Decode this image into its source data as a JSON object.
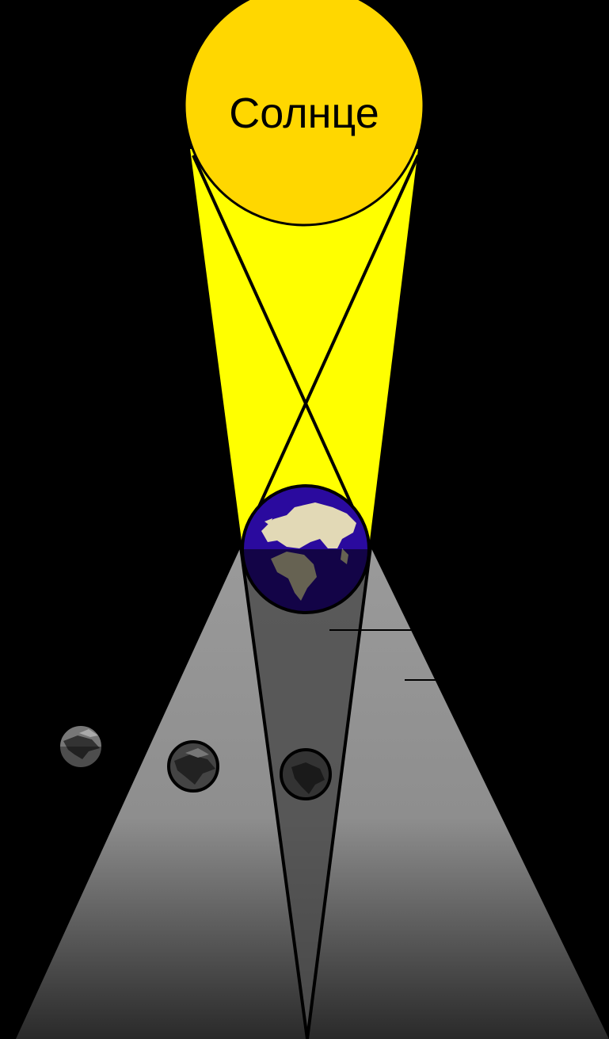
{
  "diagram": {
    "sun_label": "Солнце"
  },
  "colors": {
    "background": "#000000",
    "sun_fill": "#FFD700",
    "light_cone": "#FFFF00",
    "penumbra_top": "#9a9a9a",
    "penumbra_bottom": "#2a2a2a",
    "umbra": "#4a4a4a",
    "earth_ocean": "#2a0a9e",
    "earth_land": "#e2d9b6",
    "outline": "#000000"
  },
  "moons": [
    {
      "phase": "outside-shadow"
    },
    {
      "phase": "in-penumbra"
    },
    {
      "phase": "in-umbra"
    }
  ]
}
